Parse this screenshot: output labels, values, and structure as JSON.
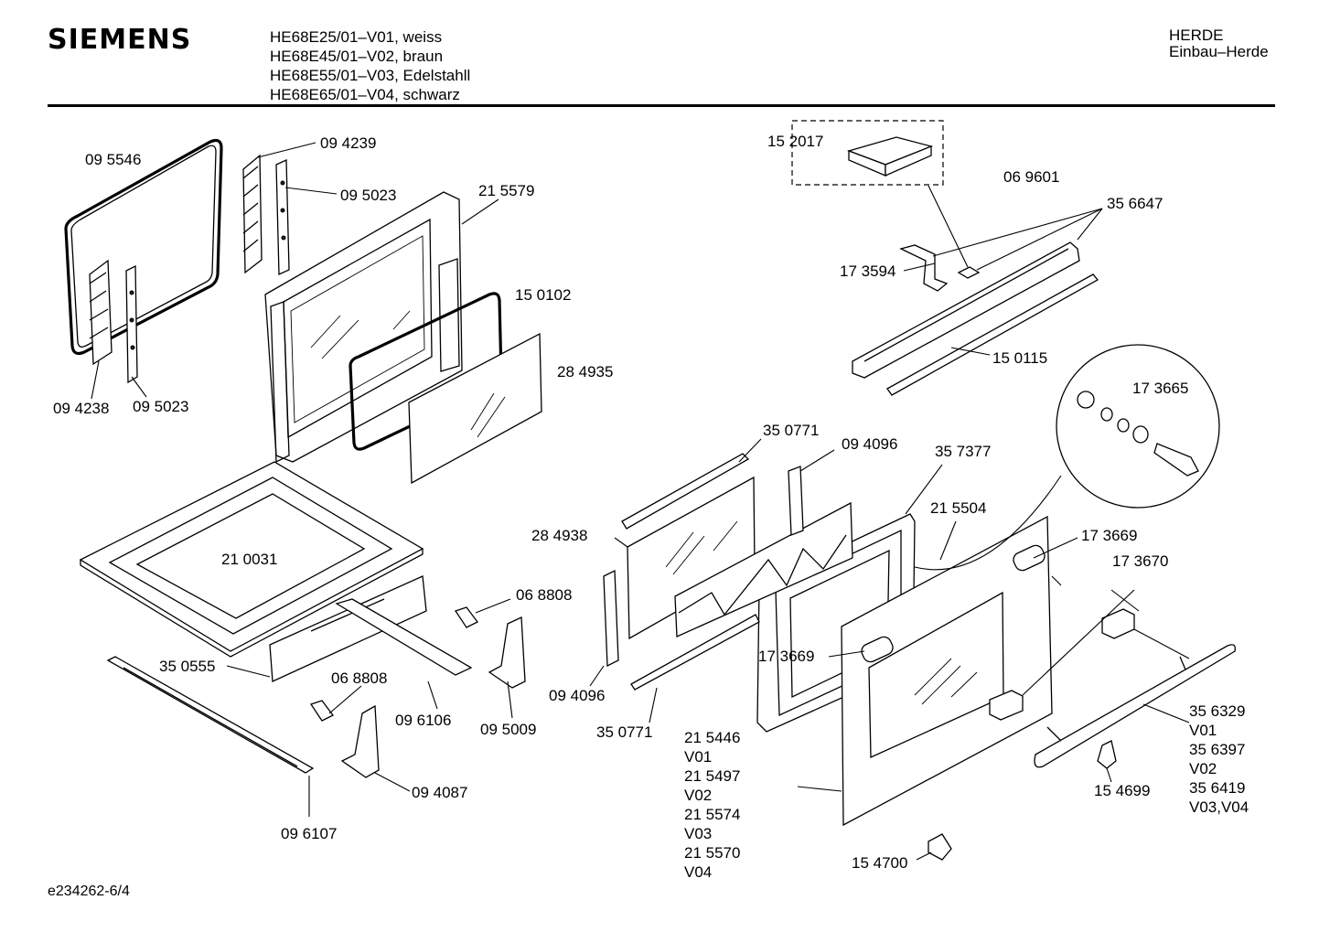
{
  "header": {
    "brand": "SIEMENS",
    "models": [
      "HE68E25/01–V01, weiss",
      "HE68E45/01–V02, braun",
      "HE68E55/01–V03, Edelstahll",
      "HE68E65/01–V04, schwarz"
    ],
    "category_line1": "HERDE",
    "category_line2": "Einbau–Herde"
  },
  "footer": {
    "doc_id": "e234262-6/4"
  },
  "labels": {
    "p095546": "09 5546",
    "p094239": "09 4239",
    "p095023a": "09 5023",
    "p215579": "21 5579",
    "p150102": "15 0102",
    "p284935": "28 4935",
    "p094238": "09 4238",
    "p095023b": "09 5023",
    "p210031": "21 0031",
    "p350555": "35 0555",
    "p068808a": "06 8808",
    "p068808b": "06 8808",
    "p096106": "09 6106",
    "p095009": "09 5009",
    "p094087": "09 4087",
    "p096107": "09 6107",
    "p152017": "15 2017",
    "p069601": "06 9601",
    "p356647": "35 6647",
    "p173594": "17 3594",
    "p150115": "15 0115",
    "p173665": "17 3665",
    "p350771a": "35 0771",
    "p094096a": "09 4096",
    "p357377": "35 7377",
    "p215504": "21 5504",
    "p173669a": "17 3669",
    "p173670": "17 3670",
    "p284938": "28 4938",
    "p173669b": "17 3669",
    "p094096b": "09 4096",
    "p350771b": "35 0771",
    "p154699": "15 4699",
    "p154700": "15 4700",
    "variants_door": [
      "21 5446",
      "V01",
      "21 5497",
      "V02",
      "21 5574",
      "V03",
      "21 5570",
      "V04"
    ],
    "variants_handle": [
      "35 6329",
      "V01",
      "35 6397",
      "V02",
      "35 6419",
      "V03,V04"
    ]
  }
}
